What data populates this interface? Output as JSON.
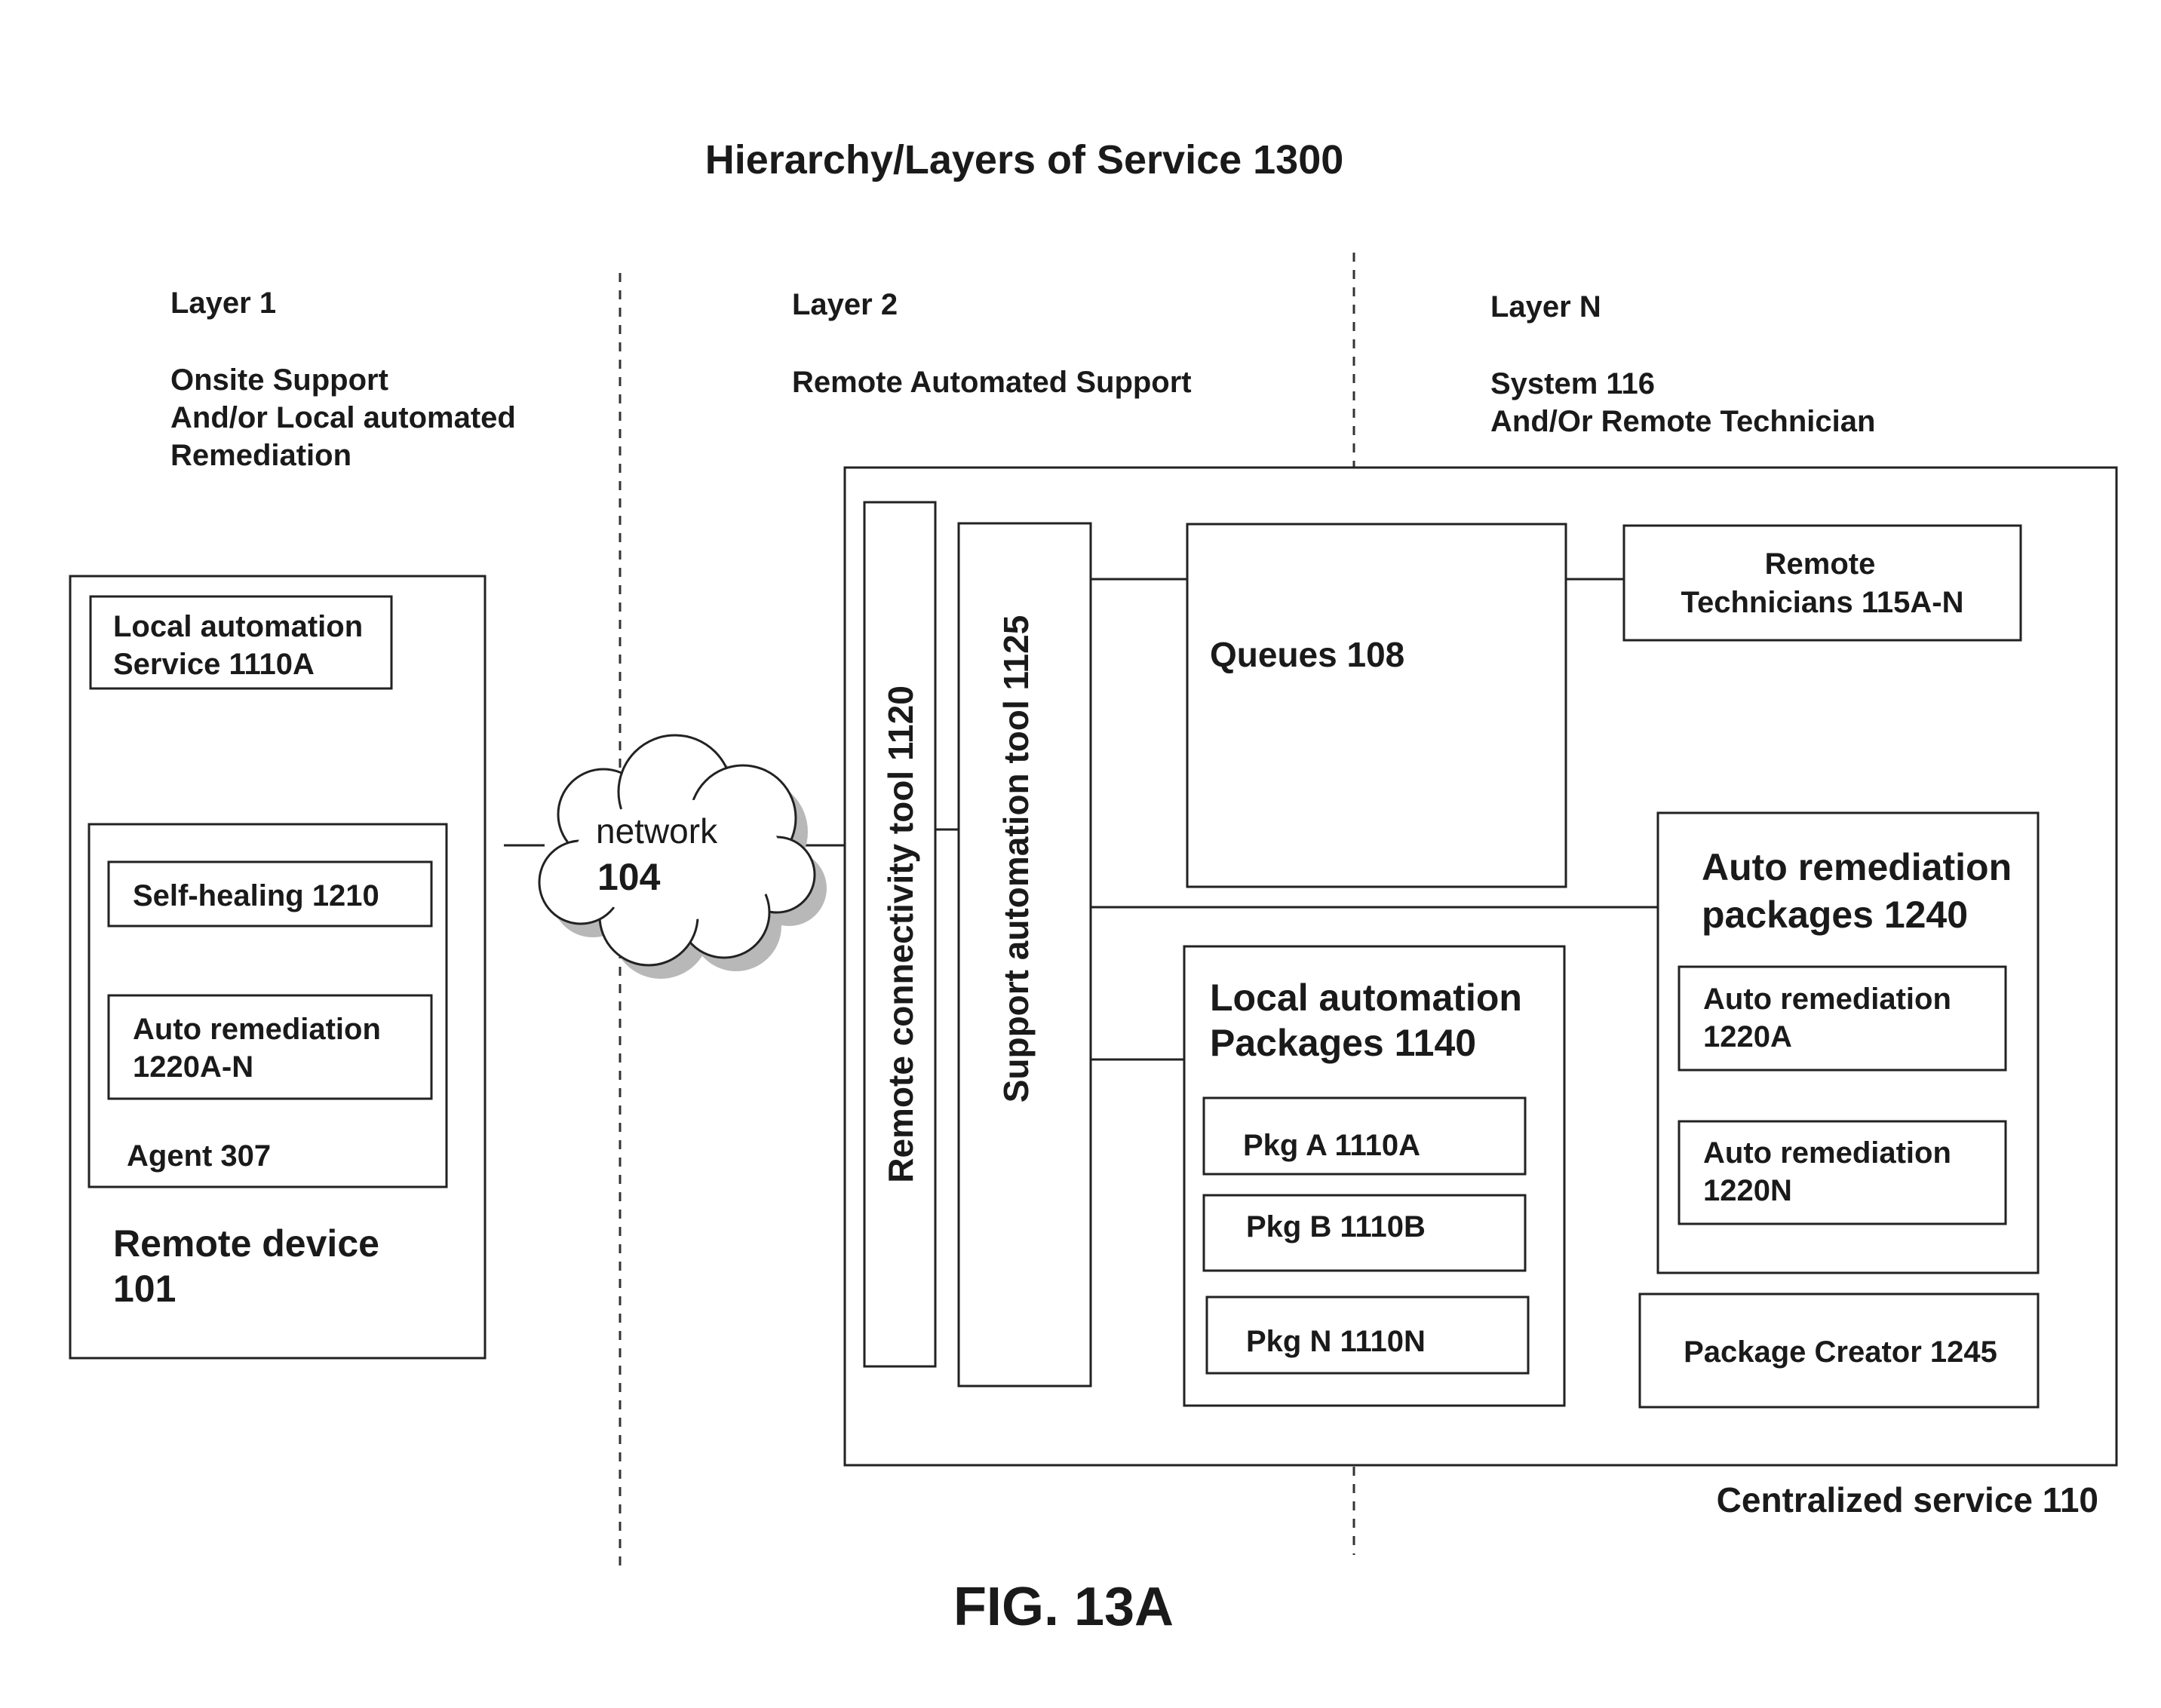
{
  "title": "Hierarchy/Layers of Service 1300",
  "figure_label": "FIG. 13A",
  "layers": [
    {
      "heading": "Layer 1",
      "lines": [
        "Onsite Support",
        "And/or Local automated",
        "Remediation"
      ]
    },
    {
      "heading": "Layer 2",
      "lines": [
        "Remote Automated Support"
      ]
    },
    {
      "heading": "Layer N",
      "lines": [
        "System 116",
        "And/Or Remote Technician"
      ]
    }
  ],
  "remote_device": {
    "label_lines": [
      "Remote device",
      "101"
    ],
    "local_service_lines": [
      "Local automation",
      "Service 1110A"
    ],
    "agent": {
      "label": "Agent 307",
      "self_healing": "Self-healing 1210",
      "auto_remediation_lines": [
        "Auto remediation",
        "1220A-N"
      ]
    }
  },
  "network": {
    "lines": [
      "network",
      "104"
    ]
  },
  "centralized_service": {
    "label": "Centralized service 110",
    "remote_connectivity_tool": "Remote connectivity tool 1120",
    "support_automation_tool": "Support automation tool 1125",
    "queues": "Queues 108",
    "remote_technicians_lines": [
      "Remote",
      "Technicians 115A-N"
    ],
    "local_packages": {
      "title_lines": [
        "Local automation",
        "Packages 1140"
      ],
      "items": [
        "Pkg A 1110A",
        "Pkg B 1110B",
        "Pkg N 1110N"
      ]
    },
    "auto_remediation_packages": {
      "title_lines": [
        "Auto remediation",
        "packages 1240"
      ],
      "items": [
        [
          "Auto remediation",
          "1220A"
        ],
        [
          "Auto remediation",
          "1220N"
        ]
      ]
    },
    "package_creator": "Package Creator 1245"
  }
}
